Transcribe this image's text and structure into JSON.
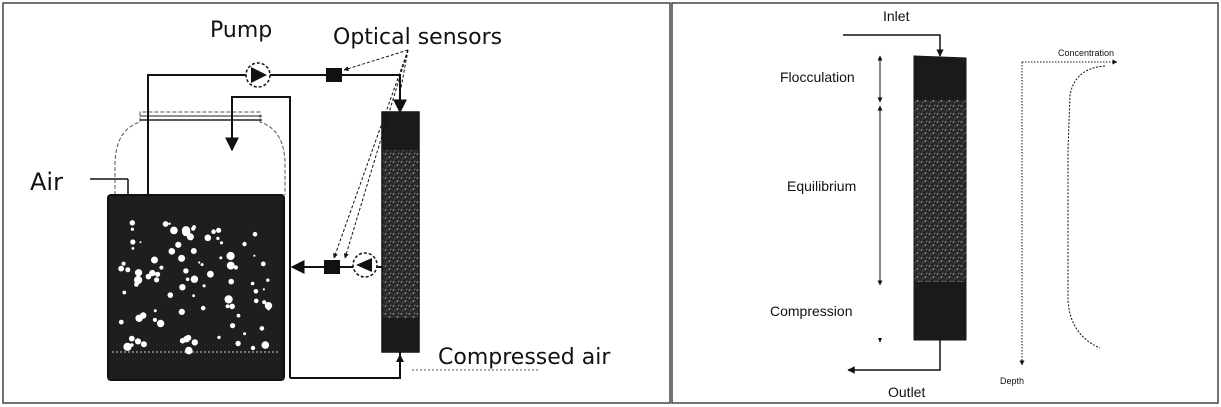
{
  "left_panel": {
    "labels": {
      "pump": "Pump",
      "optical_sensors": "Optical sensors",
      "air": "Air",
      "compressed_air": "Compressed air"
    }
  },
  "right_panel": {
    "labels": {
      "inlet": "Inlet",
      "outlet": "Outlet",
      "flocculation": "Flocculation",
      "equilibrium": "Equilibrium",
      "compression": "Compression",
      "concentration": "Concentration",
      "depth": "Depth"
    }
  },
  "colors": {
    "ink": "#111111",
    "liquid": "#1e1e1e",
    "column": "#262626",
    "speckle": "#8a8a8a",
    "bubble": "#ffffff"
  }
}
